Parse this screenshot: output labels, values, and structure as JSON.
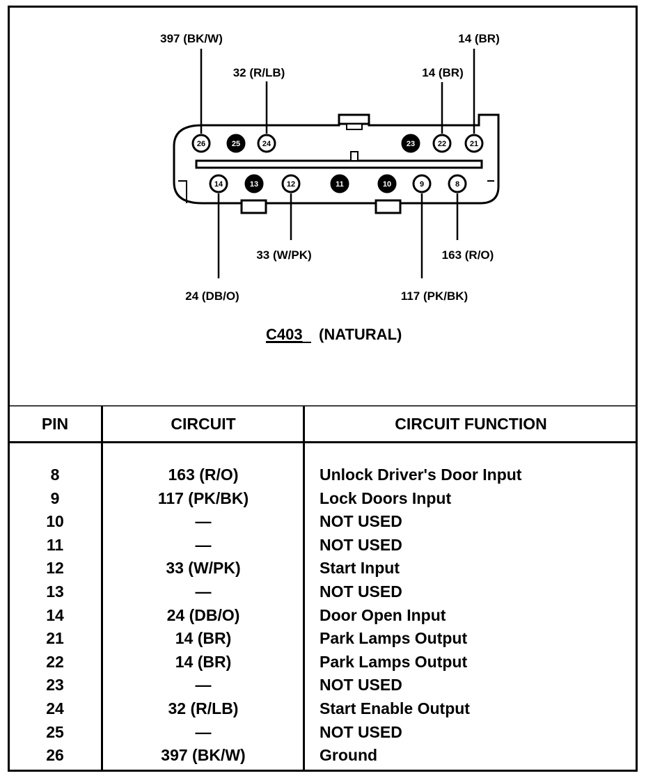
{
  "connector": {
    "name": "C403",
    "caption_suffix": "(NATURAL)",
    "callouts": {
      "pin26": "397 (BK/W)",
      "pin24": "32 (R/LB)",
      "pin21": "14 (BR)",
      "pin22": "14 (BR)",
      "pin12": "33 (W/PK)",
      "pin8": "163 (R/O)",
      "pin14": "24 (DB/O)",
      "pin9": "117 (PK/BK)"
    },
    "top_pins": [
      "26",
      "25",
      "24",
      "23",
      "22",
      "21"
    ],
    "bottom_pins": [
      "14",
      "13",
      "12",
      "11",
      "10",
      "9",
      "8"
    ]
  },
  "table": {
    "headers": {
      "pin": "PIN",
      "circuit": "CIRCUIT",
      "function": "CIRCUIT FUNCTION"
    },
    "rows": [
      {
        "pin": "8",
        "circuit": "163 (R/O)",
        "function": "Unlock Driver's Door Input"
      },
      {
        "pin": "9",
        "circuit": "117 (PK/BK)",
        "function": "Lock Doors Input"
      },
      {
        "pin": "10",
        "circuit": "—",
        "function": "NOT USED"
      },
      {
        "pin": "11",
        "circuit": "—",
        "function": "NOT USED"
      },
      {
        "pin": "12",
        "circuit": "33 (W/PK)",
        "function": "Start Input"
      },
      {
        "pin": "13",
        "circuit": "—",
        "function": "NOT USED"
      },
      {
        "pin": "14",
        "circuit": "24 (DB/O)",
        "function": "Door Open Input"
      },
      {
        "pin": "21",
        "circuit": "14 (BR)",
        "function": "Park Lamps Output"
      },
      {
        "pin": "22",
        "circuit": "14 (BR)",
        "function": "Park Lamps Output"
      },
      {
        "pin": "23",
        "circuit": "—",
        "function": "NOT USED"
      },
      {
        "pin": "24",
        "circuit": "32 (R/LB)",
        "function": "Start Enable Output"
      },
      {
        "pin": "25",
        "circuit": "—",
        "function": "NOT USED"
      },
      {
        "pin": "26",
        "circuit": "397 (BK/W)",
        "function": "Ground"
      }
    ]
  }
}
